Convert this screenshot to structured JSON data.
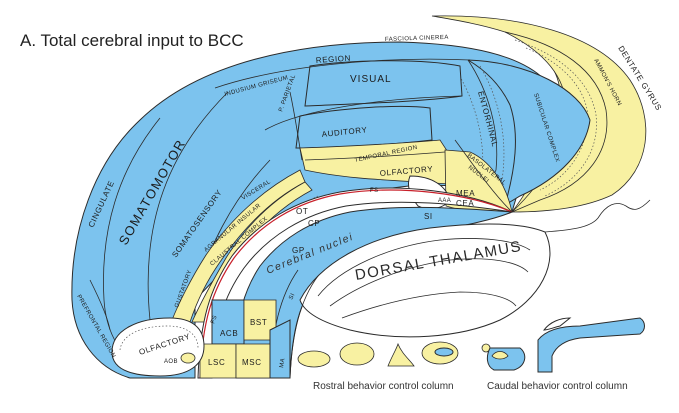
{
  "title": "A. Total cerebral input to BCC",
  "labels": {
    "region_top": "REGION",
    "fasciola": "FASCIOLA CINEREA",
    "indusium": "INDUSIUM GRISEUM",
    "visual": "VISUAL",
    "p_parietal": "P. PARIETAL",
    "auditory": "AUDITORY",
    "temporal": "TEMPORAL REGION",
    "entorhinal": "ENTORHINAL",
    "subicular": "SUBICULAR COMPLEX",
    "ammons": "AMMON'S HORN",
    "dentate": "DENTATE GYRUS",
    "basolateral": "BASOLATERAL",
    "nuclei": "NUCLEI",
    "cingulate": "CINGULATE",
    "somatomotor": "SOMATOMOTOR",
    "somatosensory": "SOMATOSENSORY",
    "olfactory_top": "OLFACTORY",
    "visceral": "VISCERAL",
    "agranular": "AGRANULAR INSULAR",
    "claustral": "CLAUSTRAL COMPLEX",
    "gustatory": "GUSTATORY",
    "prefrontal": "PREFRONTAL REGION",
    "olfactory_bottom": "OLFACTORY",
    "aob": "AOB",
    "aaa": "AAA",
    "mea": "MEA",
    "cea": "CEA",
    "fs_top": "FS",
    "ot": "OT",
    "cp": "CP",
    "si_top": "SI",
    "cerebral_nuclei": "Cerebral nuclei",
    "gp": "GP",
    "dorsal_thalamus": "DORSAL THALAMUS",
    "si_bottom": "SI",
    "fs_bottom": "FS",
    "acb": "ACB",
    "bst": "BST",
    "lsc": "LSC",
    "msc": "MSC",
    "ma": "MA"
  },
  "captions": {
    "rostral": "Rostral behavior control column",
    "caudal": "Caudal behavior control column"
  },
  "colors": {
    "blue": "#7cc3ee",
    "yellow": "#f8f1a2",
    "line": "#2b2b2b",
    "red": "#c8202a"
  }
}
